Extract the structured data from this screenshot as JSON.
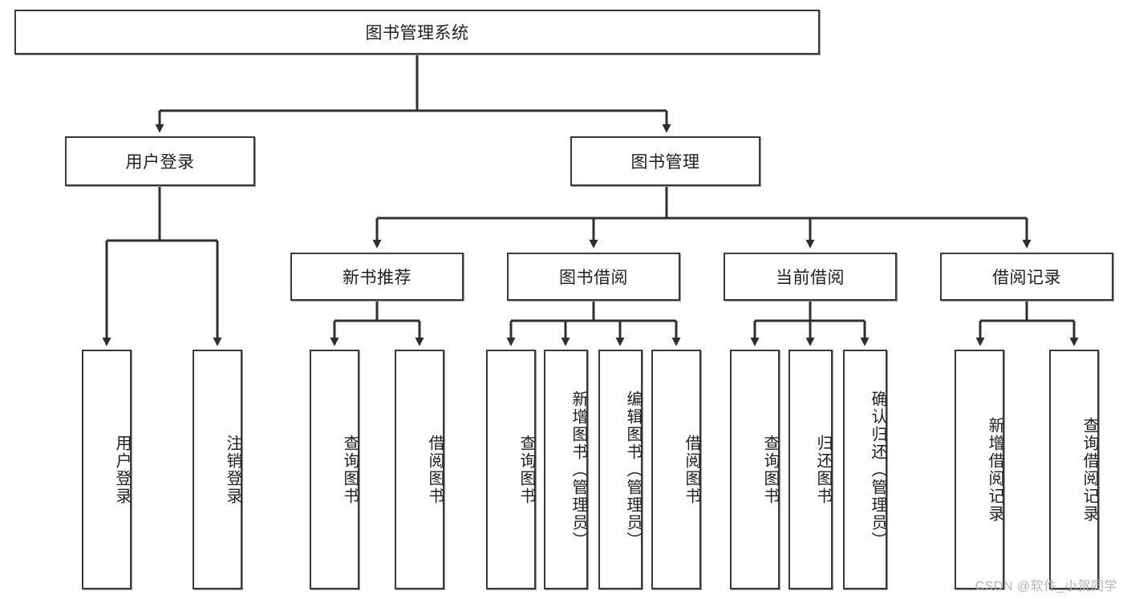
{
  "diagram": {
    "title": "图书管理系统",
    "watermark": "CSDN @软件_小贺同学",
    "colors": {
      "box_border": "#3a3a3a",
      "box_fill": "#ffffff",
      "connector": "#2f2f2f",
      "text": "#1f1f1f",
      "watermark": "#b6b6b6"
    },
    "root": {
      "label": "图书管理系统"
    },
    "level2": [
      {
        "label": "用户登录"
      },
      {
        "label": "图书管理"
      }
    ],
    "level3": [
      {
        "label": "新书推荐"
      },
      {
        "label": "图书借阅"
      },
      {
        "label": "当前借阅"
      },
      {
        "label": "借阅记录"
      }
    ],
    "leaves": {
      "user_login": [
        {
          "label": "用户登录"
        },
        {
          "label": "注销登录"
        }
      ],
      "new_book_recommend": [
        {
          "label": "查询图书"
        },
        {
          "label": "借阅图书"
        }
      ],
      "book_borrow": [
        {
          "label": "查询图书"
        },
        {
          "label": "新增图书（管理员）"
        },
        {
          "label": "编辑图书（管理员）"
        },
        {
          "label": "借阅图书"
        }
      ],
      "current_borrow": [
        {
          "label": "查询图书"
        },
        {
          "label": "归还图书"
        },
        {
          "label": "确认归还（管理员）"
        }
      ],
      "borrow_record": [
        {
          "label": "新增借阅记录"
        },
        {
          "label": "查询借阅记录"
        }
      ]
    }
  }
}
